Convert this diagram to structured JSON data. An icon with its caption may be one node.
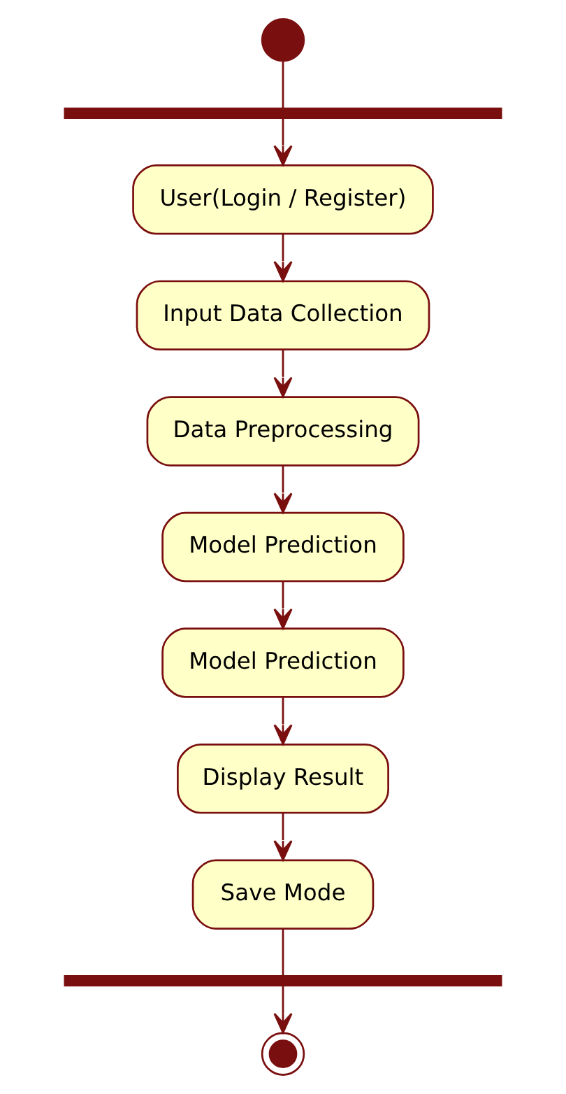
{
  "diagram": {
    "nodes": [
      {
        "text": [],
        "shape": "circle"
      },
      {
        "text": [],
        "shape": "bar"
      },
      {
        "text": [
          "User(Login / Register)"
        ]
      },
      {
        "text": [
          "Input Data Collection"
        ]
      },
      {
        "text": [
          "Data Preprocessing"
        ]
      },
      {
        "text": [
          "Model Prediction"
        ]
      },
      {
        "text": [
          "Model Prediction"
        ]
      },
      {
        "text": [
          "Display Result"
        ]
      },
      {
        "text": [
          "Save Mode"
        ]
      },
      {
        "text": [],
        "shape": "bar"
      },
      {
        "text": [],
        "shape": "target"
      }
    ],
    "edges": [
      {
        "from": 0,
        "to": 1,
        "arrow": "none"
      },
      {
        "from": 1,
        "to": 2,
        "arrow": "to"
      },
      {
        "from": 2,
        "to": 3,
        "arrow": "to"
      },
      {
        "from": 3,
        "to": 4,
        "arrow": "to"
      },
      {
        "from": 4,
        "to": 5,
        "arrow": "to"
      },
      {
        "from": 5,
        "to": 6,
        "arrow": "to"
      },
      {
        "from": 6,
        "to": 7,
        "arrow": "to"
      },
      {
        "from": 7,
        "to": 8,
        "arrow": "to"
      },
      {
        "from": 8,
        "to": 9,
        "arrow": "none"
      },
      {
        "from": 9,
        "to": 10,
        "arrow": "to"
      }
    ]
  }
}
